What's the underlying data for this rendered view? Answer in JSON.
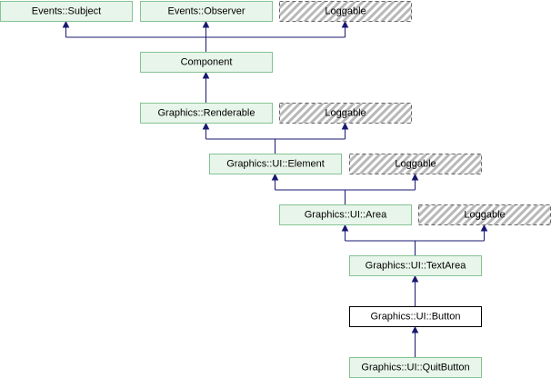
{
  "diagram": {
    "nodes": [
      {
        "id": "events-subject",
        "label": "Events::Subject",
        "kind": "normal"
      },
      {
        "id": "events-observer",
        "label": "Events::Observer",
        "kind": "normal"
      },
      {
        "id": "loggable-1",
        "label": "Loggable",
        "kind": "external"
      },
      {
        "id": "component",
        "label": "Component",
        "kind": "normal"
      },
      {
        "id": "graphics-renderable",
        "label": "Graphics::Renderable",
        "kind": "normal"
      },
      {
        "id": "loggable-2",
        "label": "Loggable",
        "kind": "external"
      },
      {
        "id": "graphics-ui-element",
        "label": "Graphics::UI::Element",
        "kind": "normal"
      },
      {
        "id": "loggable-3",
        "label": "Loggable",
        "kind": "external"
      },
      {
        "id": "graphics-ui-area",
        "label": "Graphics::UI::Area",
        "kind": "normal"
      },
      {
        "id": "loggable-4",
        "label": "Loggable",
        "kind": "external"
      },
      {
        "id": "graphics-ui-textarea",
        "label": "Graphics::UI::TextArea",
        "kind": "normal"
      },
      {
        "id": "graphics-ui-button",
        "label": "Graphics::UI::Button",
        "kind": "current"
      },
      {
        "id": "graphics-ui-quitbutton",
        "label": "Graphics::UI::QuitButton",
        "kind": "normal"
      }
    ],
    "edges": [
      {
        "from": "component",
        "to": "events-subject"
      },
      {
        "from": "component",
        "to": "events-observer"
      },
      {
        "from": "component",
        "to": "loggable-1"
      },
      {
        "from": "graphics-renderable",
        "to": "component"
      },
      {
        "from": "graphics-ui-element",
        "to": "graphics-renderable"
      },
      {
        "from": "graphics-ui-element",
        "to": "loggable-2"
      },
      {
        "from": "graphics-ui-area",
        "to": "graphics-ui-element"
      },
      {
        "from": "graphics-ui-area",
        "to": "loggable-3"
      },
      {
        "from": "graphics-ui-textarea",
        "to": "graphics-ui-area"
      },
      {
        "from": "graphics-ui-textarea",
        "to": "loggable-4"
      },
      {
        "from": "graphics-ui-button",
        "to": "graphics-ui-textarea"
      },
      {
        "from": "graphics-ui-quitbutton",
        "to": "graphics-ui-button"
      }
    ]
  }
}
